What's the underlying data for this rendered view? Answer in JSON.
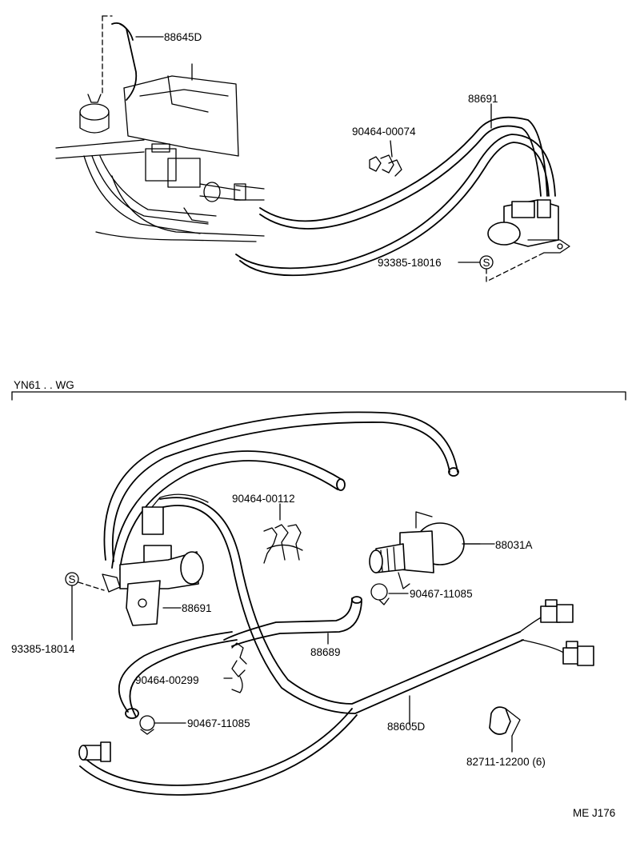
{
  "labels": {
    "top_hose": "88645D",
    "top_vsv": "88691",
    "top_clamp": "90464-00074",
    "top_screw": "93385-18016",
    "section_title": "YN61 . . WG",
    "lower_clamp_a": "90464-00112",
    "lower_valve": "88031A",
    "lower_clip_a": "90467-11085",
    "lower_screw": "93385-18014",
    "lower_vsv": "88691",
    "lower_hose": "88689",
    "lower_clamp_b": "90464-00299",
    "lower_clip_b": "90467-11085",
    "lower_harness": "88605D",
    "lower_clip_c": "82711-12200 (6)",
    "drawing_code": "ME J176"
  },
  "screw_symbol": "S"
}
